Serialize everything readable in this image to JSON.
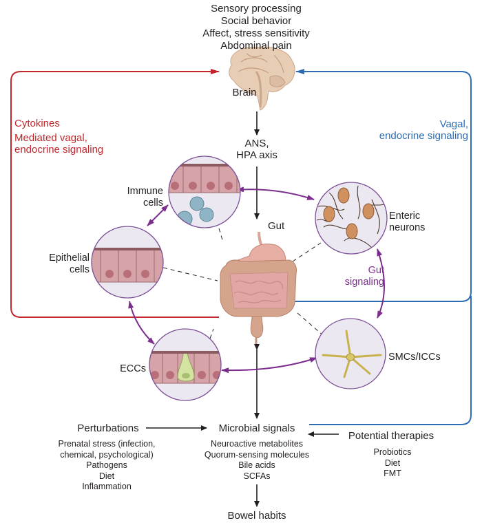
{
  "colors": {
    "text": "#231f20",
    "red_pathway": "#c1272d",
    "blue_pathway": "#2e6db4",
    "purple_gut": "#7b2d8e",
    "arrow_black": "#231f20",
    "circle_fill": "#ece8f1",
    "circle_border": "#7b4f95",
    "epithelium": "#d6a3a8",
    "nucleus": "#b86f77",
    "immune": "#8fb4c6",
    "neuron": "#cf9160",
    "ecc": "#d5e3a0",
    "smc": "#d9c86a",
    "brain": "#e8cdb5",
    "gut": "#d4a48d"
  },
  "brain": {
    "functions": [
      "Sensory processing",
      "Social behavior",
      "Affect, stress sensitivity",
      "Abdominal pain"
    ],
    "label": "Brain"
  },
  "ans_hpa": [
    "ANS,",
    "HPA axis"
  ],
  "left_pathway": {
    "line1": "Cytokines",
    "line2": [
      "Mediated vagal,",
      "endocrine signaling"
    ]
  },
  "right_pathway": {
    "lines": [
      "Vagal,",
      "endocrine signaling"
    ]
  },
  "gut": {
    "label": "Gut"
  },
  "cell_types": {
    "immune": [
      "Immune",
      "cells"
    ],
    "epithelial": [
      "Epithelial",
      "cells"
    ],
    "enteric": [
      "Enteric",
      "neurons"
    ],
    "ecc": [
      "ECCs"
    ],
    "smc": [
      "SMCs/ICCs"
    ]
  },
  "gut_signaling": [
    "Gut",
    "signaling"
  ],
  "perturbations": {
    "title": "Perturbations",
    "items": [
      "Prenatal stress (infection,",
      "chemical, psychological)",
      "Pathogens",
      "Diet",
      "Inflammation"
    ]
  },
  "microbial_signals": {
    "title": "Microbial signals",
    "items": [
      "Neuroactive metabolites",
      "Quorum-sensing molecules",
      "Bile acids",
      "SCFAs"
    ]
  },
  "therapies": {
    "title": "Potential therapies",
    "items": [
      "Probiotics",
      "Diet",
      "FMT"
    ]
  },
  "outcome": {
    "label": "Bowel habits"
  }
}
